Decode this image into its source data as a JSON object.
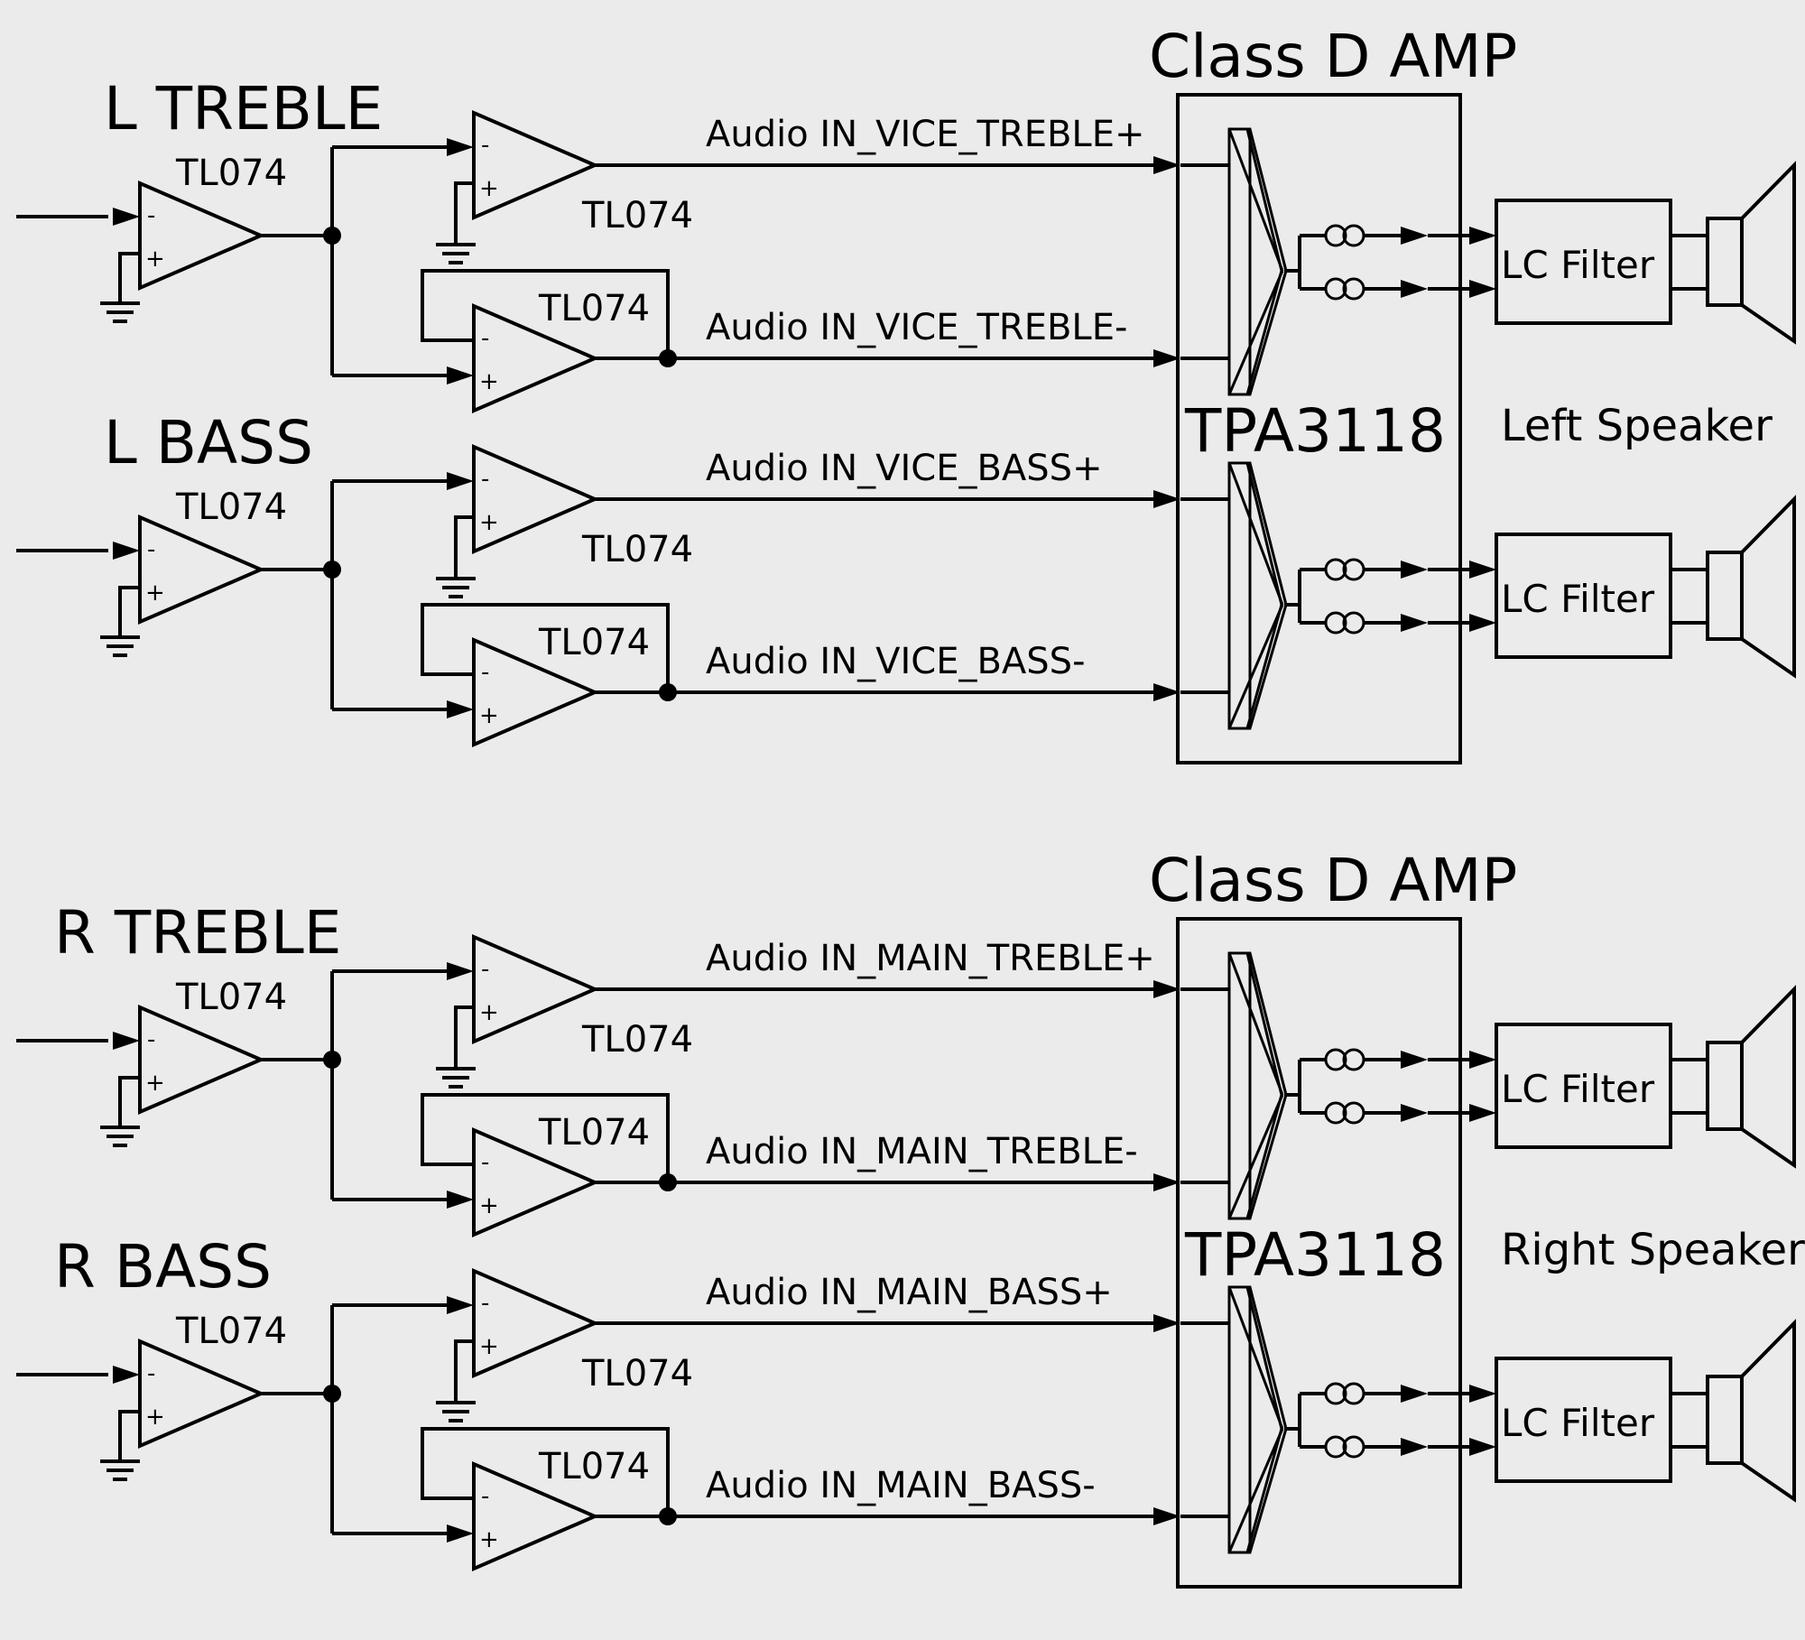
{
  "op_amp_part": "TL074",
  "amp_title": "Class D AMP",
  "amp_chip": "TPA3118",
  "filter_label": "LC Filter",
  "minus_sign": "-",
  "plus_sign": "+",
  "channels": [
    {
      "speaker_label": "Left Speaker",
      "sections": [
        {
          "label": "L TREBLE",
          "signal_plus": "Audio IN_VICE_TREBLE+",
          "signal_minus": "Audio IN_VICE_TREBLE-"
        },
        {
          "label": "L BASS",
          "signal_plus": "Audio IN_VICE_BASS+",
          "signal_minus": "Audio IN_VICE_BASS-"
        }
      ]
    },
    {
      "speaker_label": "Right Speaker",
      "sections": [
        {
          "label": "R TREBLE",
          "signal_plus": "Audio IN_MAIN_TREBLE+",
          "signal_minus": "Audio IN_MAIN_TREBLE-"
        },
        {
          "label": "R BASS",
          "signal_plus": "Audio IN_MAIN_BASS+",
          "signal_minus": "Audio IN_MAIN_BASS-"
        }
      ]
    }
  ]
}
